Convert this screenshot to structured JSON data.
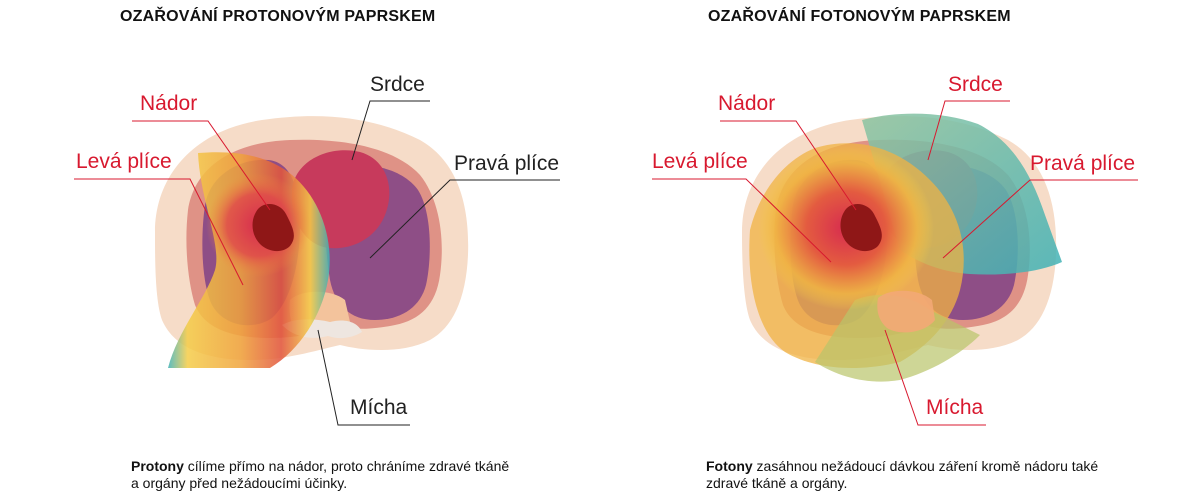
{
  "proton": {
    "title": "OZAŘOVÁNÍ PROTONOVÝM PAPRSKEM",
    "labels": {
      "tumor": "Nádor",
      "heart": "Srdce",
      "left_lung": "Levá plíce",
      "right_lung": "Pravá plíce",
      "spinal_cord": "Mícha"
    },
    "caption_bold": "Protony",
    "caption_text": " cílíme přímo na nádor, proto chráníme zdravé tkáně a orgány před nežádoucími účinky."
  },
  "photon": {
    "title": "OZAŘOVÁNÍ FOTONOVÝM PAPRSKEM",
    "labels": {
      "tumor": "Nádor",
      "heart": "Srdce",
      "left_lung": "Levá plíce",
      "right_lung": "Pravá plíce",
      "spinal_cord": "Mícha"
    },
    "caption_bold": "Fotony",
    "caption_text": " zasáhnou nežádoucí dávkou záření kromě nádoru také zdravé tkáně a orgány."
  },
  "colors": {
    "skin": "#f6dcc8",
    "muscle": "#df9286",
    "lung": "#8e4e86",
    "heart": "#c73a5c",
    "tumor": "#8f1717",
    "label_red": "#d8192f",
    "label_dark": "#222222",
    "beam_yellow": "#f6c842",
    "beam_teal": "#3fb1b6"
  }
}
